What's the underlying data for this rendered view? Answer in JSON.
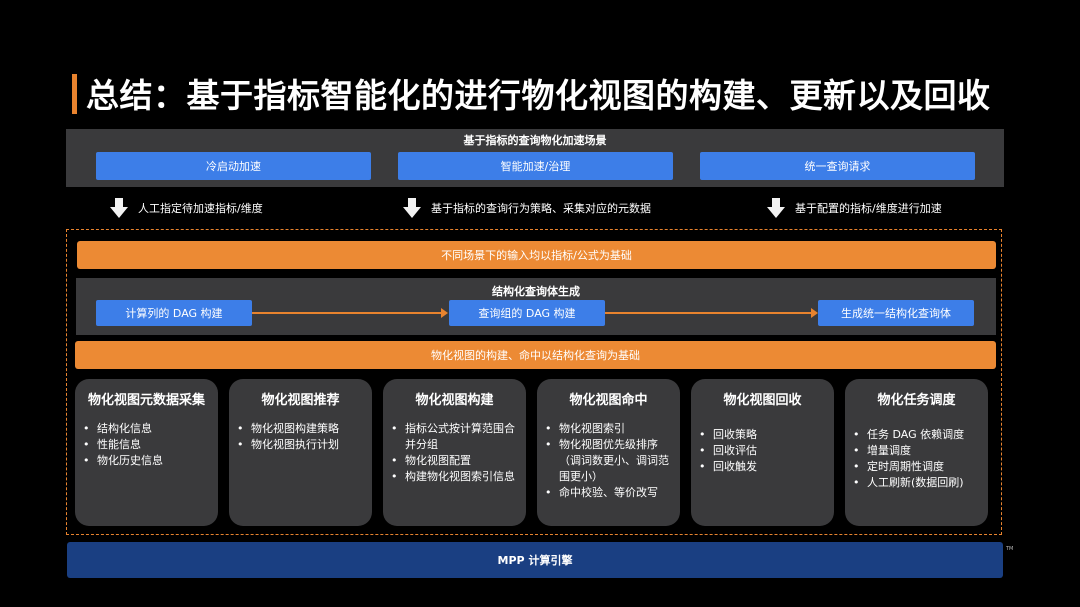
{
  "title": "总结：基于指标智能化的进行物化视图的构建、更新以及回收",
  "scenario": {
    "title": "基于指标的查询物化加速场景",
    "buttons": [
      "冷启动加速",
      "智能加速/治理",
      "统一查询请求"
    ]
  },
  "flows": [
    "人工指定待加速指标/维度",
    "基于指标的查询行为策略、采集对应的元数据",
    "基于配置的指标/维度进行加速"
  ],
  "input_bar": "不同场景下的输入均以指标/公式为基础",
  "structured": {
    "title": "结构化查询体生成",
    "steps": [
      "计算列的 DAG 构建",
      "查询组的 DAG 构建",
      "生成统一结构化查询体"
    ]
  },
  "mv_bar": "物化视图的构建、命中以结构化查询为基础",
  "cards": [
    {
      "title": "物化视图元数据采集",
      "items": [
        "结构化信息",
        "性能信息",
        "物化历史信息"
      ]
    },
    {
      "title": "物化视图推荐",
      "items": [
        "物化视图构建策略",
        "物化视图执行计划"
      ]
    },
    {
      "title": "物化视图构建",
      "items": [
        "指标公式按计算范围合并分组",
        "物化视图配置",
        "构建物化视图索引信息"
      ]
    },
    {
      "title": "物化视图命中",
      "items": [
        "物化视图索引",
        "物化视图优先级排序（调词数更小、调词范围更小）",
        "命中校验、等价改写"
      ]
    },
    {
      "title": "物化视图回收",
      "items": [
        "回收策略",
        "回收评估",
        "回收触发"
      ]
    },
    {
      "title": "物化任务调度",
      "items": [
        "任务 DAG 依赖调度",
        "增量调度",
        "定时周期性调度",
        "人工刷新(数据回刷)"
      ]
    }
  ],
  "engine": "MPP 计算引擎",
  "trademark": "TM",
  "colors": {
    "accent": "#e8832e",
    "blue": "#3d7ee8",
    "panel": "#3a3a3c",
    "engine": "#1a3f82"
  }
}
